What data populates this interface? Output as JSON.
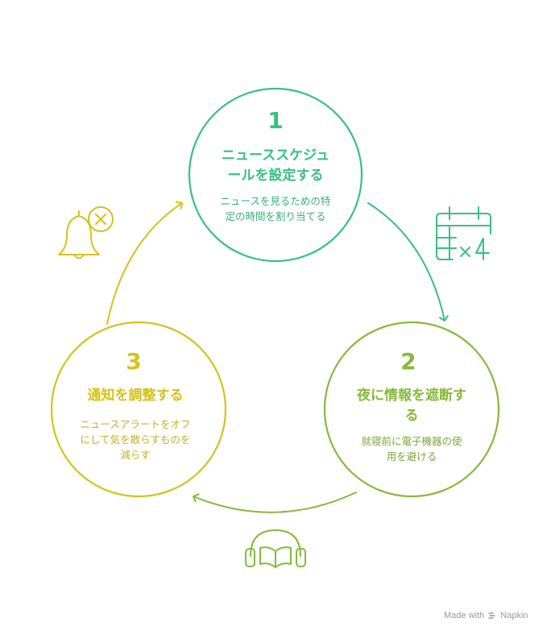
{
  "steps": [
    {
      "number": "1",
      "title_lines": [
        "ニューススケジュ",
        "ールを設定する"
      ],
      "desc_lines": [
        "ニュースを見るための特",
        "定の時間を割り当てる"
      ],
      "color": "#37c083",
      "icon": "calendar-times-4-icon",
      "icon_text": "×4"
    },
    {
      "number": "2",
      "title_lines": [
        "夜に情報を遮断す",
        "る"
      ],
      "desc_lines": [
        "就寝前に電子機器の使",
        "用を避ける"
      ],
      "color": "#85ba3b",
      "icon": "headphones-book-icon"
    },
    {
      "number": "3",
      "title_lines": [
        "通知を調整する"
      ],
      "desc_lines": [
        "ニュースアラートをオフ",
        "にして気を散らすものを",
        "減らす"
      ],
      "color": "#d5c21b",
      "icon": "bell-off-icon"
    }
  ],
  "watermark": {
    "made_with": "Made with",
    "brand": "Napkin"
  }
}
